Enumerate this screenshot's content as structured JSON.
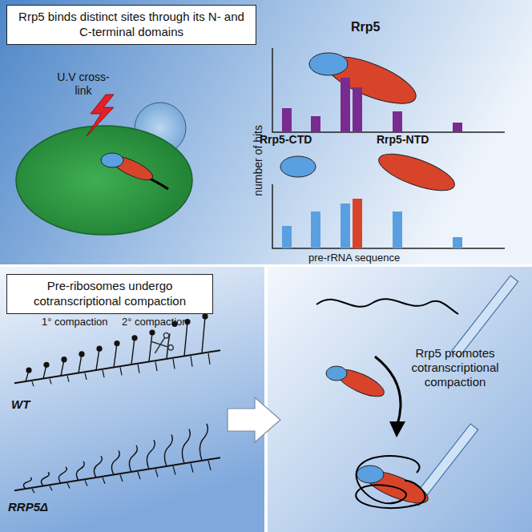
{
  "diagram": {
    "nodes": [
      {
        "text": [
          "Rrp5 binds distinct sites through its N- and C-terminal domains"
        ]
      },
      {
        "text": [
          "Pre-ribosomes undergo cotranscriptional compaction"
        ]
      }
    ],
    "labels": [
      "U.V cross-link",
      "Rrp5",
      "number of hits",
      "Rrp5-CTD",
      "Rrp5-NTD",
      "pre-rRNA sequence",
      "1° compaction",
      "2° compaction",
      "WT",
      "RRP5Δ",
      "Rrp5 promotes cotranscriptional compaction"
    ]
  }
}
